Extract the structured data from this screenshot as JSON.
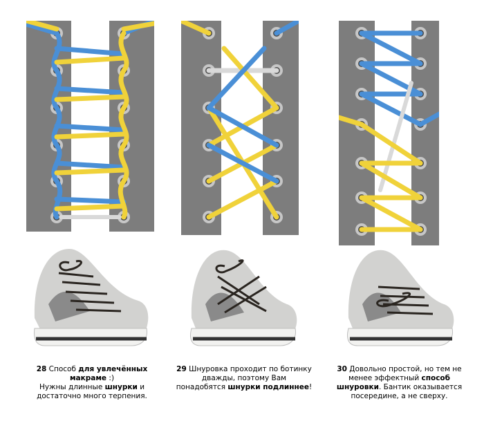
{
  "colors": {
    "panel": "#7d7d7d",
    "gap": "#ffffff",
    "eyelet_outer": "#c7c7c7",
    "eyelet_inner": "#4a4a4a",
    "blue": "#4a8fd6",
    "blue_edge": "#2f6aa8",
    "yellow": "#f0d23a",
    "yellow_edge": "#c7a81a",
    "white_lace": "#d9d9d9",
    "shoe_body": "#d2d2d0",
    "shoe_suede": "#8a8a8a",
    "shoe_sole": "#f2f2f0",
    "shoe_lace": "#2a2520"
  },
  "captions": [
    {
      "number": "28",
      "line1_pre": " Способ ",
      "line1_bold": "для увлечённых",
      "line2_bold": "макраме",
      "line2_post": " :)",
      "line3_pre": "Нужны длинные ",
      "line3_bold": "шнурки",
      "line3_post": " и",
      "line4": "достаточно много терпения."
    },
    {
      "number": "29",
      "line1": " Шнуровка проходит по ботинку",
      "line2": "дважды, поэтому Вам",
      "line3_pre": "понадобятся ",
      "line3_bold": "шнурки подлиннее",
      "line3_post": "!"
    },
    {
      "number": "30",
      "line1": " Довольно простой, но тем не",
      "line2_pre": "менее эффектный ",
      "line2_bold": "способ",
      "line3_bold": "шнуровки",
      "line3_post": ". Бантик оказывается",
      "line4": "посередине, а не сверху."
    }
  ]
}
